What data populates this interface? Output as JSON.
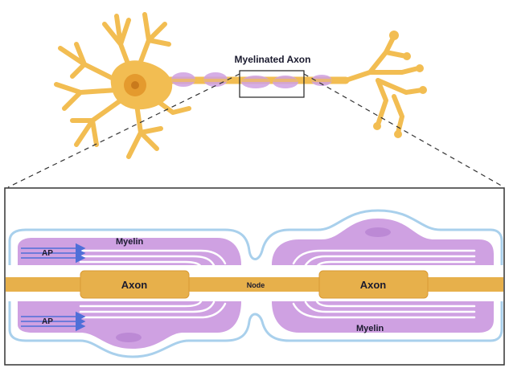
{
  "labels": {
    "title": "Myelinated Axon",
    "myelin_top": "Myelin",
    "myelin_bottom": "Myelin",
    "axon_left": "Axon",
    "axon_right": "Axon",
    "node": "Node",
    "ap_top": "AP",
    "ap_bottom": "AP"
  },
  "colors": {
    "neuron": "#f2bd52",
    "neuron_edge": "#e3a93c",
    "nucleus": "#e49a2e",
    "myelin": "#cfa1e2",
    "myelin_light": "#e6c9ef",
    "membrane": "#a9d0ec",
    "axon": "#e7b04b",
    "arrow": "#4f6fd8",
    "text": "#1a1a2e"
  }
}
